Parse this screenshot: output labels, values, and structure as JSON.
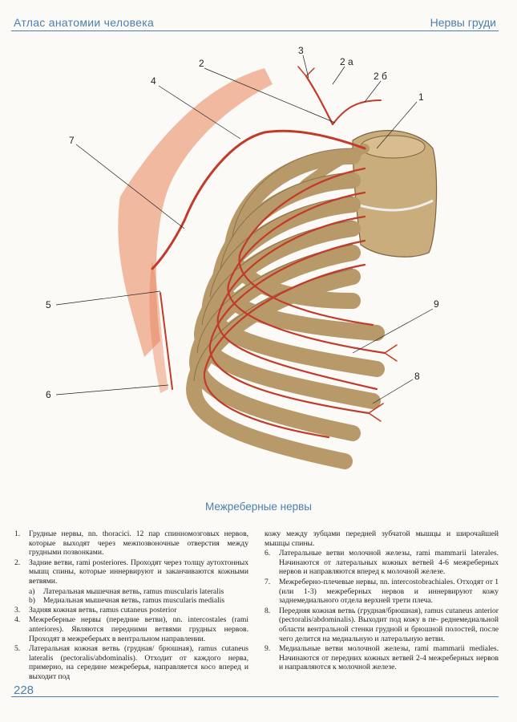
{
  "header": {
    "book_title": "Атлас анатомии человека",
    "section_title": "Нервы груди"
  },
  "figure": {
    "labels": [
      "1",
      "2",
      "2 а",
      "2 б",
      "3",
      "4",
      "5",
      "6",
      "7",
      "8",
      "9"
    ]
  },
  "caption": "Межреберные нервы",
  "legend": {
    "left": [
      {
        "num": "1.",
        "text": "Грудные нервы, nn. thoracici. 12 пар спинномозговых нервов, которые выходят через межпозвоночные отверстия между грудными позвонками."
      },
      {
        "num": "2.",
        "text": "Задние ветви, rami posteriores. Проходят через толщу аутохтонных мышц спины, которые иннервируют и заканчиваются кожными ветвями."
      },
      {
        "sub": "а)",
        "text": "Латеральная мышечная ветвь, ramus muscularis lateralis"
      },
      {
        "sub": "b)",
        "text": "Медиальная мышечная ветвь, ramus muscularis medialis"
      },
      {
        "num": "3.",
        "text": "Задняя кожная ветвь, ramus cutaneus posterior"
      },
      {
        "num": "4.",
        "text": "Межреберные нервы (передние ветви), nn. intercostales (rami anteriores). Являются передними ветвями грудных нервов. Проходят в межреберьях в вентральном направлении."
      },
      {
        "num": "5.",
        "text": "Латеральная кожная ветвь (грудная/ брюшная), ramus cutaneus lateralis (pectoralis/abdominalis). Отходит от каждого нерва, примерно, на середине межреберья, направляется косо вперед и выходит под"
      }
    ],
    "right_continuation": "кожу между зубцами передней зубчатой мышцы и широчайшей мышцы спины.",
    "right": [
      {
        "num": "6.",
        "text": "Латеральные ветви молочной железы, rami mammarii laterales. Начинаются от латеральных кожных ветвей 4-6 межреберных нервов и направляются вперед к молочной железе."
      },
      {
        "num": "7.",
        "text": "Межреберно-плечевые нервы, nn. intercostobrachiales. Отходят от 1 (или 1-3) межреберных нервов и иннервируют кожу заднемедиального отдела верхней трети плеча."
      },
      {
        "num": "8.",
        "text": "Передняя кожная ветвь (грудная/брюшная), ramus cutaneus anterior (pectoralis/abdominalis). Выходит под кожу в пе- реднемедиальной области вентральной стенки грудной и брюшной полостей, после чего делится на медиальную и латеральную ветви."
      },
      {
        "num": "9.",
        "text": "Медиальные ветви молочной железы, rami mammarii mediales. Начинаются от передних кожных ветвей 2-4 межреберных нервов и направляются к молочной железе."
      }
    ]
  },
  "page_number": "228",
  "colors": {
    "accent": "#4b7fae",
    "bone": "#b89a6a",
    "nerve": "#c23a2a",
    "muscle": "#e07a55"
  }
}
